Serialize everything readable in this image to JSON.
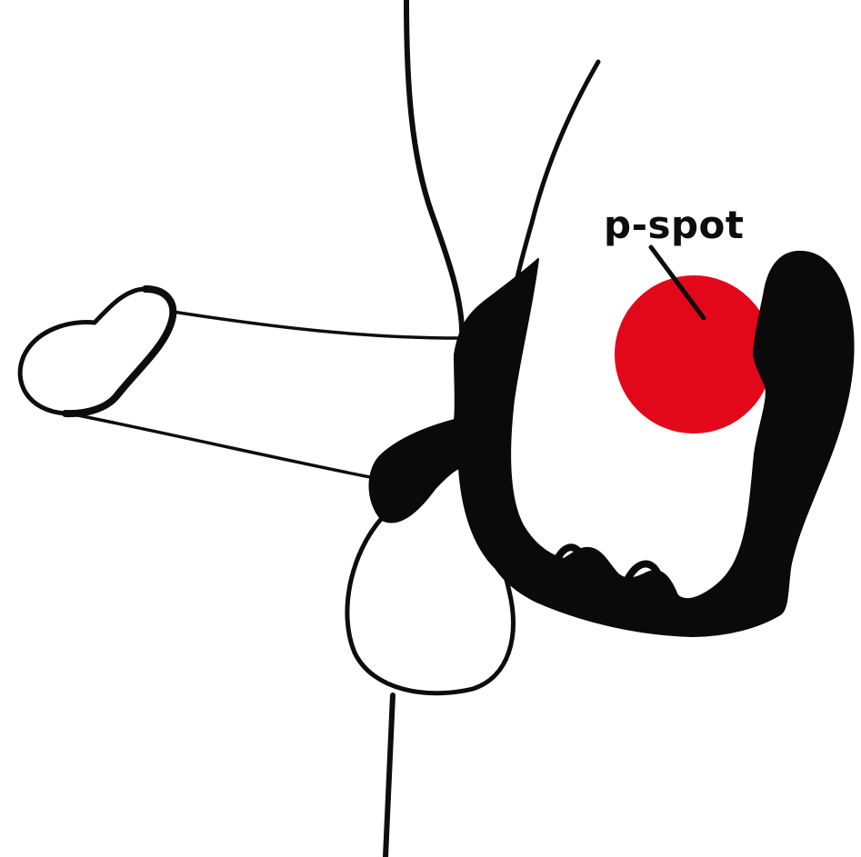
{
  "diagram": {
    "label": "p-spot",
    "colors": {
      "background": "#ffffff",
      "outline": "#0d0d0d",
      "device": "#0a0a0a",
      "target": "#e3071a"
    },
    "icons": [
      "anatomy-outline",
      "prostate-massager-device",
      "p-spot-marker"
    ]
  }
}
